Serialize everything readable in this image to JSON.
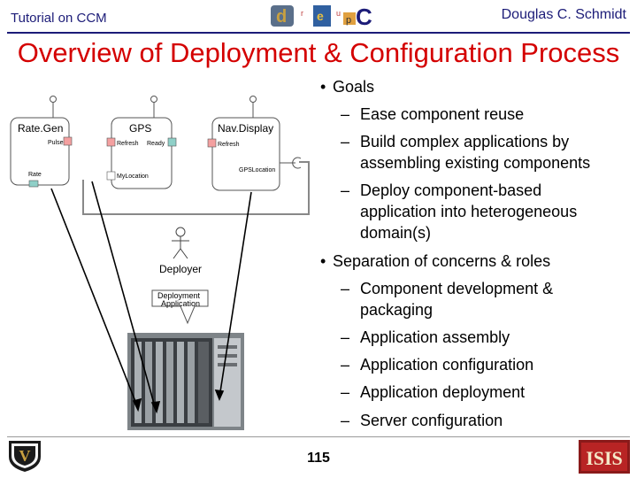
{
  "header": {
    "left_text": "Tutorial on CCM",
    "right_text": "Douglas C. Schmidt",
    "logo_letters": [
      "d",
      "r",
      "e",
      "u",
      "p",
      "C"
    ]
  },
  "title": "Overview of Deployment & Configuration Process",
  "bullets": [
    {
      "text": "Goals",
      "subs": [
        [
          "Ease component reuse"
        ],
        [
          "Build complex applications by",
          "assembling existing components"
        ],
        [
          "Deploy component-based",
          "application into heterogeneous",
          "domain(s)"
        ]
      ]
    },
    {
      "text": "Separation of concerns & roles",
      "subs": [
        [
          "Component development &",
          "packaging"
        ],
        [
          "Application assembly"
        ],
        [
          "Application configuration"
        ],
        [
          "Application deployment"
        ],
        [
          "Server configuration"
        ]
      ]
    }
  ],
  "diagram": {
    "components": [
      {
        "name": "Rate.Gen",
        "ports": [
          "Pulse",
          "Rate"
        ]
      },
      {
        "name": "GPS",
        "ports": [
          "Refresh",
          "Ready",
          "MyLocation"
        ]
      },
      {
        "name": "Nav.Display",
        "ports": [
          "Refresh",
          "GPSLocation"
        ]
      }
    ],
    "actor": "Deployer",
    "package_lines": [
      "Deployment",
      "Application"
    ]
  },
  "footer": {
    "page_number": "115",
    "left_logo_text": "V",
    "right_logo_text": "ISIS"
  },
  "colors": {
    "title": "#d40000",
    "header": "#1c1c78",
    "port_fill": "#f4a0a0",
    "port_fill_alt": "#8fd0c8"
  }
}
